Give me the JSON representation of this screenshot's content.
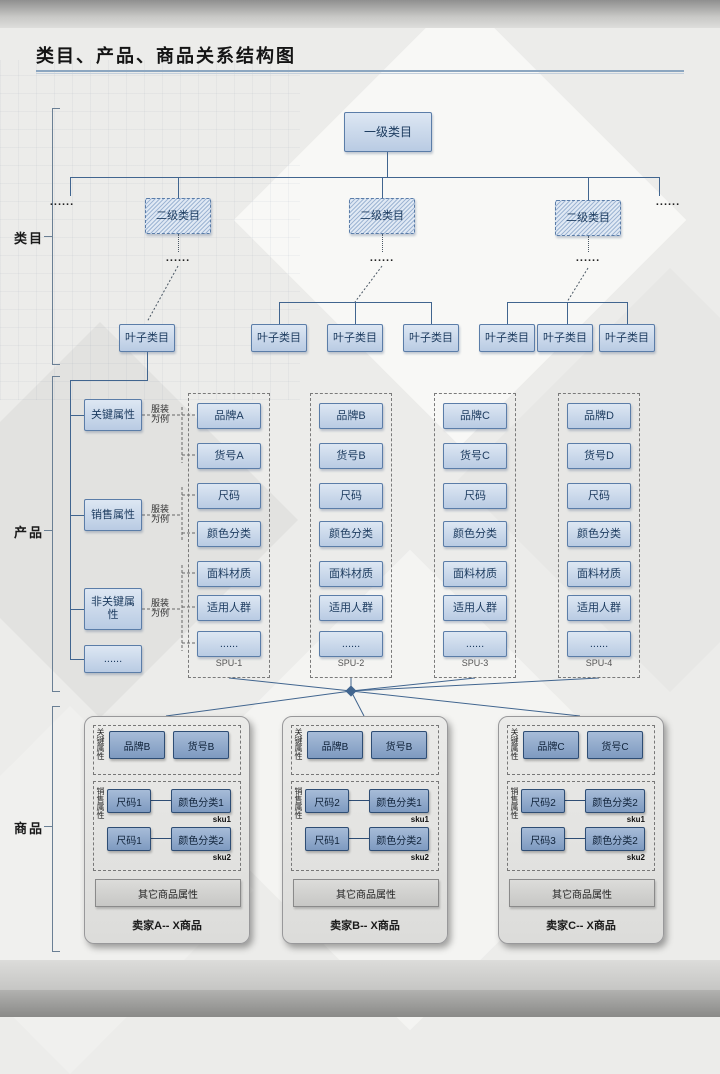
{
  "title": "类目、产品、商品关系结构图",
  "sections": {
    "category": "类目",
    "product": "产品",
    "commodity": "商品"
  },
  "category": {
    "root": "一级类目",
    "level2": [
      "二级类目",
      "二级类目",
      "二级类目"
    ],
    "edge_left": "......",
    "edge_right": "......",
    "dots": [
      "......",
      "......",
      "......"
    ],
    "leaves": [
      "叶子类目",
      "叶子类目",
      "叶子类目",
      "叶子类目",
      "叶子类目",
      "叶子类目",
      "叶子类目"
    ]
  },
  "product": {
    "attributes": [
      {
        "label": "关键属性",
        "note": "服装为例"
      },
      {
        "label": "销售属性",
        "note": "服装为例"
      },
      {
        "label": "非关键属性",
        "note": "服装为例"
      },
      {
        "label": "......",
        "note": ""
      }
    ],
    "spus": [
      {
        "name": "SPU-1",
        "rows": [
          "品牌A",
          "货号A",
          "尺码",
          "颜色分类",
          "面料材质",
          "适用人群",
          "......"
        ]
      },
      {
        "name": "SPU-2",
        "rows": [
          "品牌B",
          "货号B",
          "尺码",
          "颜色分类",
          "面料材质",
          "适用人群",
          "......"
        ]
      },
      {
        "name": "SPU-3",
        "rows": [
          "品牌C",
          "货号C",
          "尺码",
          "颜色分类",
          "面料材质",
          "适用人群",
          "......"
        ]
      },
      {
        "name": "SPU-4",
        "rows": [
          "品牌D",
          "货号D",
          "尺码",
          "颜色分类",
          "面料材质",
          "适用人群",
          "......"
        ]
      }
    ]
  },
  "commodity": {
    "sellers": [
      {
        "title": "卖家A-- X商品",
        "key_group": "关键属性",
        "brand": "品牌B",
        "item_no": "货号B",
        "sales_group": "销售属性",
        "skus": [
          {
            "size": "尺码1",
            "color": "颜色分类1",
            "sku": "sku1"
          },
          {
            "size": "尺码1",
            "color": "颜色分类2",
            "sku": "sku2"
          }
        ],
        "other": "其它商品属性"
      },
      {
        "title": "卖家B-- X商品",
        "key_group": "关键属性",
        "brand": "品牌B",
        "item_no": "货号B",
        "sales_group": "销售属性",
        "skus": [
          {
            "size": "尺码2",
            "color": "颜色分类1",
            "sku": "sku1"
          },
          {
            "size": "尺码1",
            "color": "颜色分类2",
            "sku": "sku2"
          }
        ],
        "other": "其它商品属性"
      },
      {
        "title": "卖家C-- X商品",
        "key_group": "关键属性",
        "brand": "品牌C",
        "item_no": "货号C",
        "sales_group": "销售属性",
        "skus": [
          {
            "size": "尺码2",
            "color": "颜色分类2",
            "sku": "sku1"
          },
          {
            "size": "尺码3",
            "color": "颜色分类2",
            "sku": "sku2"
          }
        ],
        "other": "其它商品属性"
      }
    ]
  },
  "colors": {
    "box_fill": "#c3d6ec",
    "box_border": "#5b7da8",
    "line": "#41658f",
    "dark_fill": "#8fa9cb",
    "accent_underline": "#8ca6c0"
  }
}
